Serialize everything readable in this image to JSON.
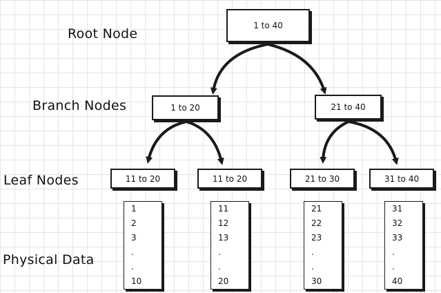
{
  "labels": {
    "root": "Root Node",
    "branch": "Branch Nodes",
    "leaf": "Leaf Nodes",
    "physical": "Physical Data"
  },
  "root": {
    "range": "1 to 40"
  },
  "branches": [
    {
      "range": "1 to 20"
    },
    {
      "range": "21 to 40"
    }
  ],
  "leaves": [
    {
      "range": "11 to 20"
    },
    {
      "range": "11 to 20"
    },
    {
      "range": "21 to 30"
    },
    {
      "range": "31 to 40"
    }
  ],
  "physical_data": [
    {
      "rows": [
        "1",
        "2",
        "3",
        ".",
        ".",
        "10"
      ]
    },
    {
      "rows": [
        "11",
        "12",
        "13",
        ".",
        ".",
        "20"
      ]
    },
    {
      "rows": [
        "21",
        "22",
        "23",
        ".",
        ".",
        "30"
      ]
    },
    {
      "rows": [
        "31",
        "32",
        "33",
        ".",
        ".",
        "40"
      ]
    }
  ]
}
